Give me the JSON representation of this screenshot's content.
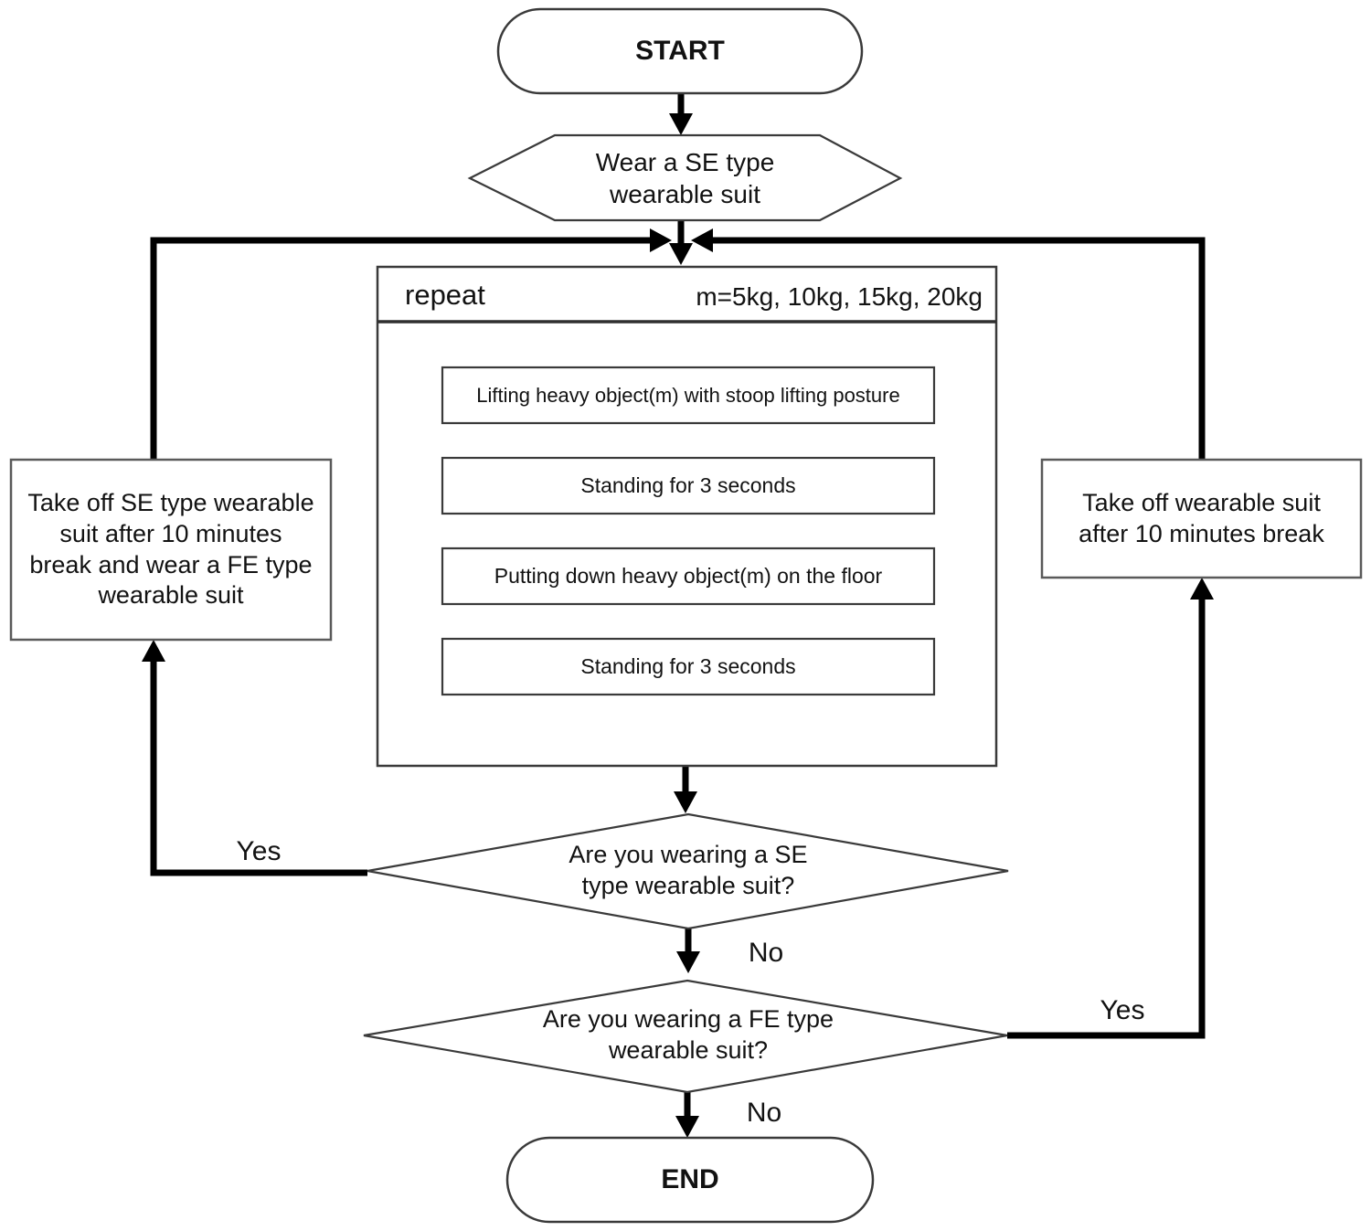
{
  "nodes": {
    "start": "START",
    "wear": "Wear a SE type\nwearable suit",
    "repeat_label": "repeat",
    "repeat_params": "m=5kg, 10kg, 15kg, 20kg",
    "step_lift": "Lifting heavy object(m) with stoop lifting posture",
    "step_stand1": "Standing for 3 seconds",
    "step_put": "Putting down heavy object(m) on the floor",
    "step_stand2": "Standing for 3 seconds",
    "decision_se": "Are you wearing a SE\ntype wearable suit?",
    "decision_fe": "Are you wearing a FE type\nwearable suit?",
    "action_se": "Take off SE type wearable\nsuit after 10 minutes\nbreak and wear a FE type\nwearable suit",
    "action_fe": "Take off wearable suit\nafter 10 minutes break",
    "end": "END"
  },
  "edge_labels": {
    "se_yes": "Yes",
    "se_no": "No",
    "fe_yes": "Yes",
    "fe_no": "No"
  },
  "colors": {
    "background": "#ffffff",
    "flow_line": "#000000",
    "shape_border": "#3a3a3a",
    "side_box_border": "#5a5a5a",
    "text": "#121212"
  }
}
